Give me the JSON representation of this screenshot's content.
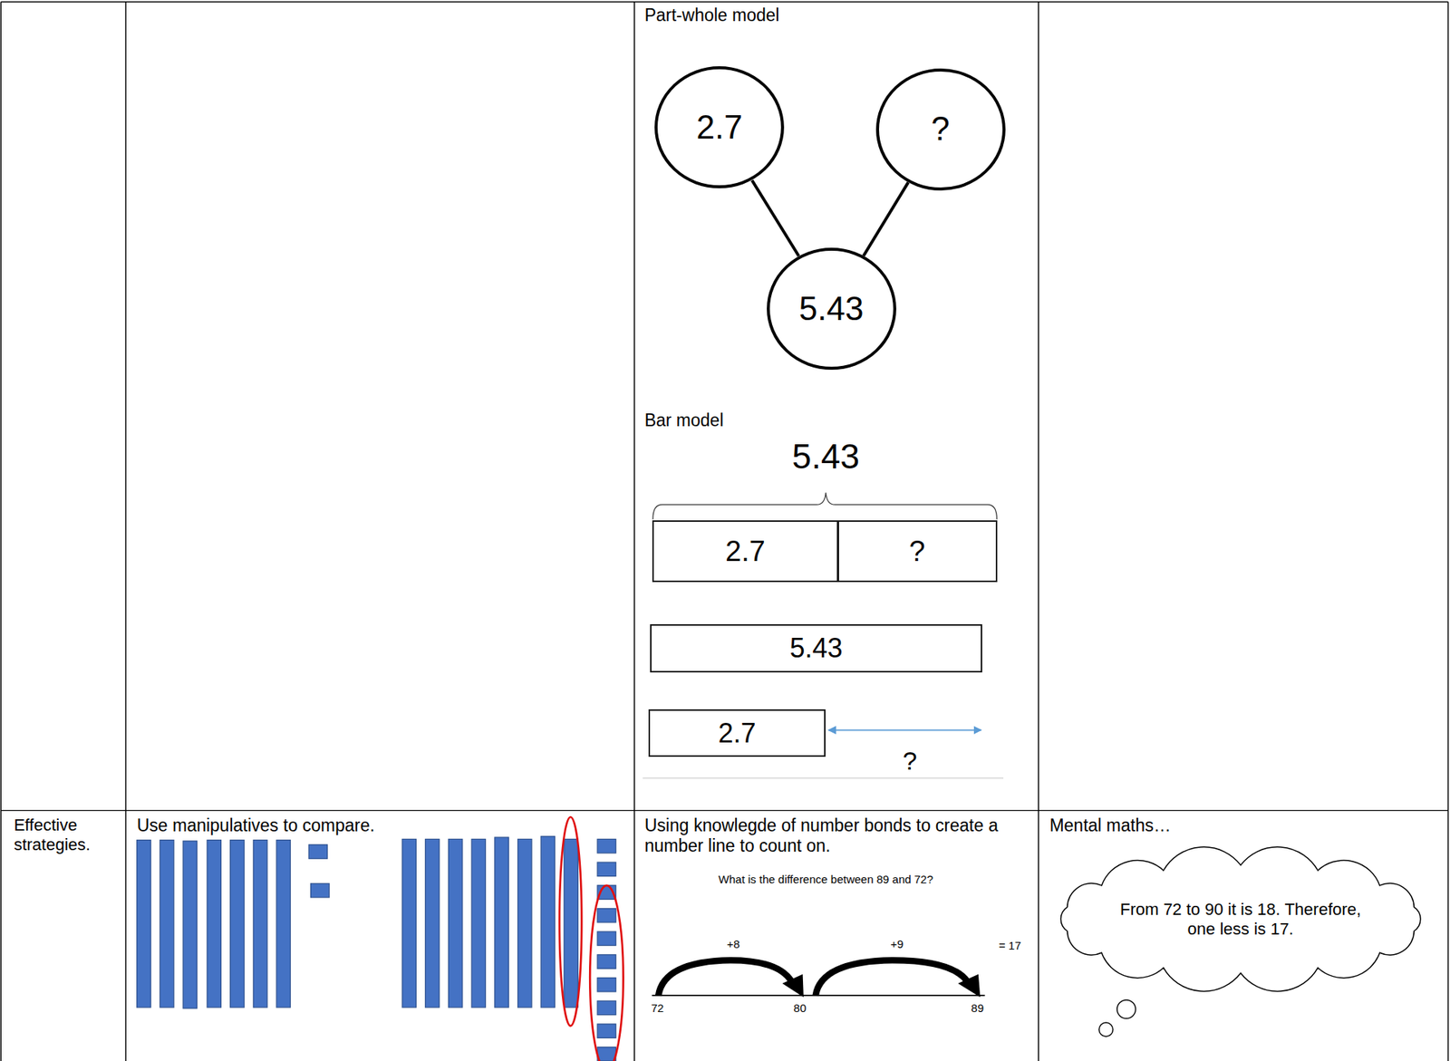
{
  "diagram": {
    "nodes": [
      {
        "text": [
          "2.7"
        ]
      },
      {
        "text": [
          "?"
        ]
      },
      {
        "text": [
          "5.43"
        ]
      },
      {
        "text": [
          "2.7"
        ]
      },
      {
        "text": [
          "?"
        ]
      },
      {
        "text": [
          "5.43"
        ]
      },
      {
        "text": [
          "2.7"
        ]
      },
      {
        "text": [
          "From 72 to 90 it is 18. Therefore, one less is 17."
        ]
      }
    ],
    "edges": [
      {
        "from": 0,
        "to": 2,
        "arrow": "none"
      },
      {
        "from": 1,
        "to": 2,
        "arrow": "none"
      }
    ],
    "labels": [
      "Part-whole model",
      "Bar model",
      "5.43",
      "?",
      "Effective strategies.",
      "Use manipulatives to compare.",
      "Using knowlegde of number bonds to create a number line to count on.",
      "What is the difference between 89 and 72?",
      "+8",
      "+9",
      "= 17",
      "72",
      "80",
      "89",
      "Mental maths…"
    ]
  }
}
